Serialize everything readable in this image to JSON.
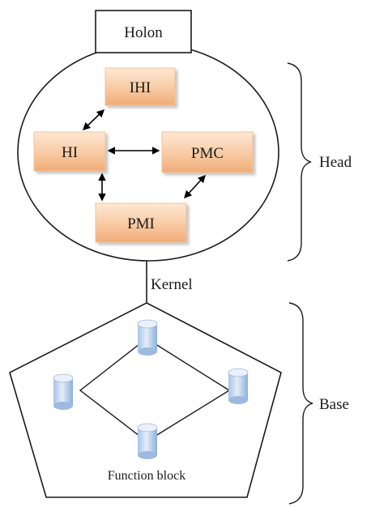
{
  "diagram": {
    "holon_label": "Holon",
    "head": {
      "label": "Head",
      "modules": {
        "ihi": "IHI",
        "hi": "HI",
        "pmc": "PMC",
        "pmi": "PMI"
      }
    },
    "kernel_label": "Kernel",
    "base": {
      "label": "Base",
      "function_block_label": "Function block"
    }
  },
  "colors": {
    "module_fill_light": "#fde5cf",
    "module_fill_dark": "#f4b584",
    "module_border": "#f0c49c",
    "cylinder_light": "#dde9f8",
    "cylinder_dark": "#8fb0dc"
  }
}
